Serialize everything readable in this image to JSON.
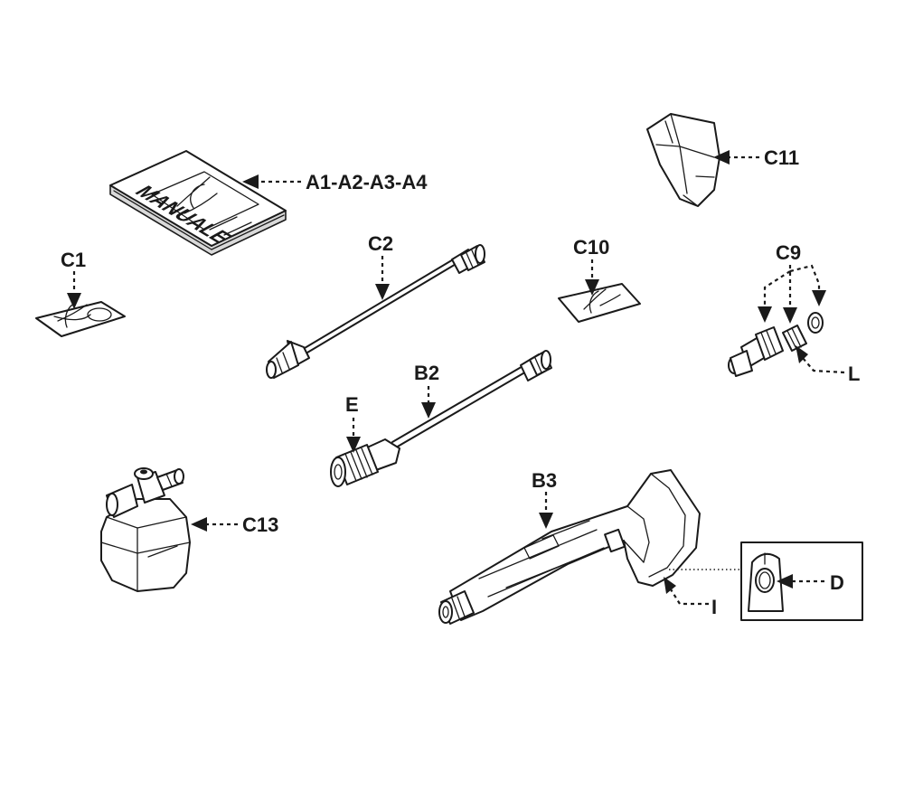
{
  "labels": {
    "manual": "A1-A2-A3-A4",
    "c1": "C1",
    "c2": "C2",
    "c9": "C9",
    "c10": "C10",
    "c11": "C11",
    "c13": "C13",
    "b2": "B2",
    "b3": "B3",
    "e": "E",
    "d": "D",
    "i": "I",
    "l": "L"
  },
  "manual_cover_text": "MANUALE"
}
